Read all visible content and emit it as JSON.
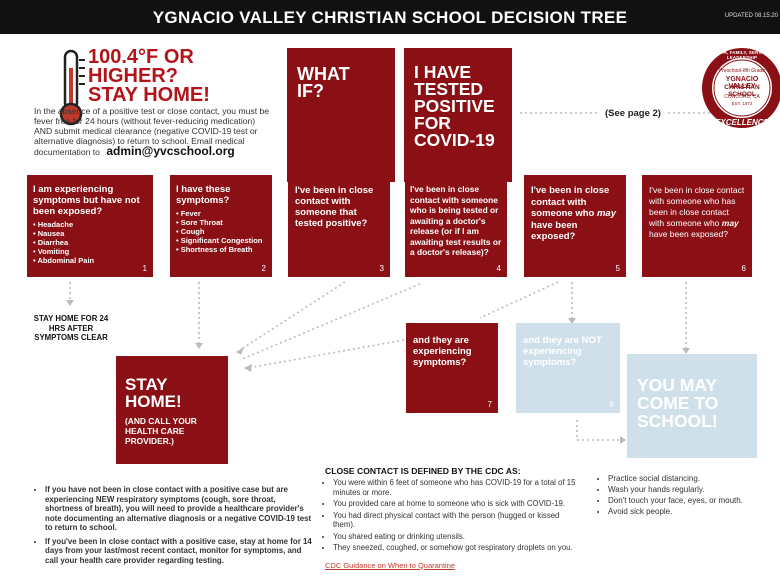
{
  "header": {
    "title": "YGNACIO VALLEY CHRISTIAN SCHOOL DECISION TREE",
    "updated": "UPDATED 08.15.20"
  },
  "fever": {
    "title_1": "100.4°F OR",
    "title_2": "HIGHER?",
    "title_3": "STAY HOME!",
    "body": "In the absence of a positive test or close contact, you must be fever free for 24 hours (without fever-reducing medication) AND submit medical clearance (negative COVID-19 test or alternative diagnosis) to return to school. Email medical documentation to",
    "email": "admin@yvcschool.org"
  },
  "whatif": "WHAT IF?",
  "tested": "I HAVE TESTED POSITIVE FOR COVID-19",
  "see_page": "(See page 2)",
  "logo": {
    "ring_top": "FAITH, FAMILY, SERVANT LEADERSHIP",
    "grades": "Preschool-8th Grade",
    "name_1": "YGNACIO VALLEY",
    "name_2": "CHRISTIAN SCHOOL",
    "city": "CONCORD, CA",
    "est": "EST. 1972",
    "ring_bottom": "EXCELLENCE"
  },
  "boxes": [
    {
      "text": "I am experiencing symptoms but have not been exposed?",
      "items": [
        "Headache",
        "Nausea",
        "Diarrhea",
        "Vomiting",
        "Abdominal Pain"
      ],
      "num": "1"
    },
    {
      "text": "I have these symptoms?",
      "items": [
        "Fever",
        "Sore Throat",
        "Cough",
        "Significant Congestion",
        "Shortness of Breath"
      ],
      "num": "2"
    },
    {
      "text": "I've been in close contact with someone that tested positive?",
      "num": "3"
    },
    {
      "text": "I've been in close contact with someone who is being tested or awaiting a doctor's release (or if I am awaiting test results or a doctor's release)?",
      "num": "4"
    },
    {
      "text_a": "I've been in close contact with someone who ",
      "em": "may",
      "text_b": " have been exposed?",
      "num": "5"
    },
    {
      "text_a": "I've been in close contact with someone who has been in close contact with someone who ",
      "em": "may",
      "text_b": " have been exposed?",
      "num": "6"
    }
  ],
  "stay_24": "STAY HOME FOR 24 HRS AFTER SYMPTOMS CLEAR",
  "stay_home": {
    "title": "STAY HOME!",
    "sub": "(AND CALL YOUR HEALTH CARE PROVIDER.)"
  },
  "experiencing": {
    "text": "and they are experiencing symptoms?",
    "num": "7"
  },
  "not_experiencing": {
    "text": "and they are NOT experiencing symptoms?",
    "num": "8"
  },
  "come_to_school": "YOU MAY COME TO SCHOOL!",
  "left_bullets": [
    "If you have not been in close contact with a positive case but are experiencing NEW respiratory symptoms (cough, sore throat, shortness of breath), you will need to provide a healthcare provider's note documenting an alternative diagnosis or a negative COVID-19 test to return to school.",
    "If you've been in close contact with a positive case, stay at home for 14 days from your last/most recent contact, monitor for symptoms, and call your health care provider regarding testing."
  ],
  "close_contact": {
    "title": "CLOSE CONTACT IS DEFINED BY THE CDC AS:",
    "items": [
      "You were within 6 feet of someone who has COVID-19 for a total of 15 minutes or more.",
      "You provided care at home to someone who is sick with COVID-19.",
      "You had direct physical contact with the person (hugged or kissed them).",
      "You shared eating or drinking utensils.",
      "They sneezed, coughed, or somehow got respiratory droplets on you."
    ],
    "link": "CDC Guidance on When to Quarantine"
  },
  "right_bullets": [
    "Practice social distancing.",
    "Wash your hands regularly.",
    "Don't touch your face, eyes, or mouth.",
    "Avoid sick people."
  ]
}
